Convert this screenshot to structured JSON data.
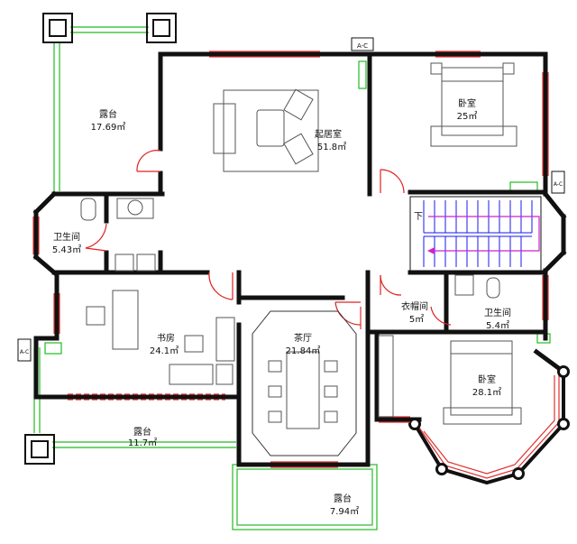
{
  "rooms": {
    "terrace_nw": {
      "name": "露台",
      "area": "17.69㎡"
    },
    "living": {
      "name": "起居室",
      "area": "51.8㎡"
    },
    "bedroom_ne": {
      "name": "卧室",
      "area": "25㎡"
    },
    "bath_w": {
      "name": "卫生间",
      "area": "5.43㎡"
    },
    "study": {
      "name": "书房",
      "area": "24.1㎡"
    },
    "tea": {
      "name": "茶厅",
      "area": "21.84㎡"
    },
    "closet": {
      "name": "衣帽间",
      "area": "5㎡"
    },
    "bath_e": {
      "name": "卫生间",
      "area": "5.4㎡"
    },
    "bedroom_se": {
      "name": "卧室",
      "area": "28.1㎡"
    },
    "terrace_sw": {
      "name": "露台",
      "area": "11.7㎡"
    },
    "terrace_s": {
      "name": "露台",
      "area": "7.94㎡"
    }
  },
  "stair": {
    "label": "下"
  },
  "section_marks": {
    "top": "A-C",
    "left": "A-C",
    "right": "A-C"
  },
  "colors": {
    "wall": "#111111",
    "window": "#e03030",
    "door": "#e02020",
    "terrace": "#22bb22",
    "stair": "#1a1aee",
    "stair_arrow": "#cc22cc",
    "furniture": "#555555"
  }
}
